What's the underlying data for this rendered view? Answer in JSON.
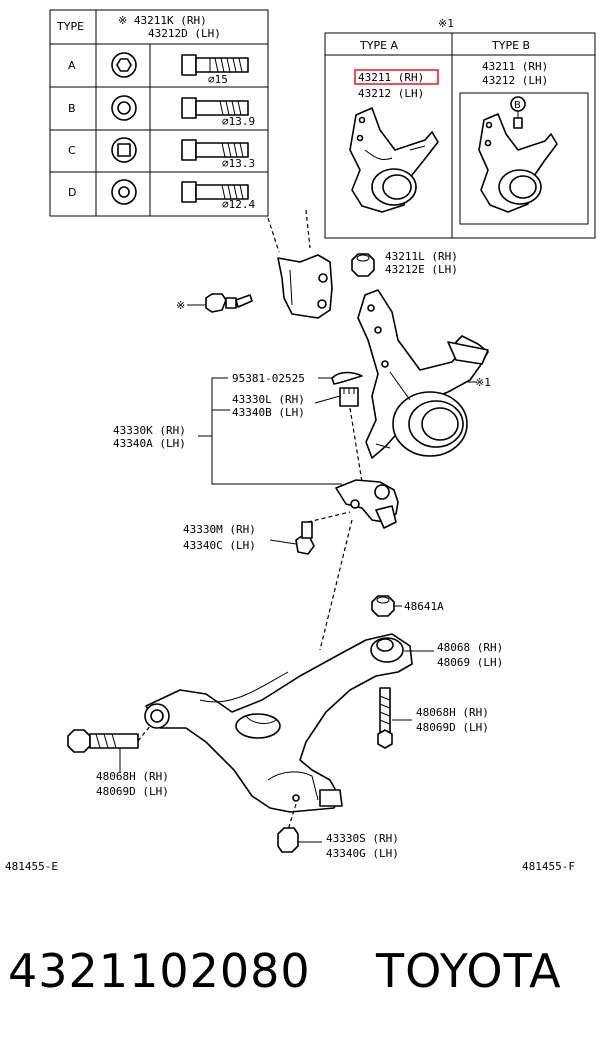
{
  "bolt_table": {
    "header_type": "TYPE",
    "header_part_rh": "※ 43211K (RH)",
    "header_part_lh": "43212D (LH)",
    "rows": [
      {
        "type": "A",
        "dim": "⌀15"
      },
      {
        "type": "B",
        "dim": "⌀13.9"
      },
      {
        "type": "C",
        "dim": "⌀13.3"
      },
      {
        "type": "D",
        "dim": "⌀12.4"
      }
    ]
  },
  "knuckle_box": {
    "ref_mark": "※1",
    "type_a_header": "TYPE  A",
    "type_b_header": "TYPE  B",
    "type_a_rh": "43211 (RH)",
    "type_a_lh": "43212 (LH)",
    "type_b_rh": "43211 (RH)",
    "type_b_lh": "43212 (LH)",
    "type_b_marker": "B"
  },
  "callouts": {
    "nut_top_rh": "43211L (RH)",
    "nut_top_lh": "43212E (LH)",
    "bolt_mark": "※",
    "knuckle_ref": "※1",
    "cotter_pin": "95381-02525",
    "castle_nut_rh": "43330L (RH)",
    "castle_nut_lh": "43340B (LH)",
    "ball_joint_rh": "43330K (RH)",
    "ball_joint_lh": "43340A (LH)",
    "bj_bolt_rh": "43330M (RH)",
    "bj_bolt_lh": "43340C (LH)",
    "nut_48641": "48641A",
    "bushing_rh": "48068 (RH)",
    "bushing_lh": "48069 (LH)",
    "rear_bolt_rh": "48068H (RH)",
    "rear_bolt_lh": "48069D (LH)",
    "front_bolt_rh": "48068H (RH)",
    "front_bolt_lh": "48069D (LH)",
    "nut_bottom_rh": "43330S (RH)",
    "nut_bottom_lh": "43340G (LH)",
    "ref_left": "481455-E",
    "ref_right": "481455-F"
  },
  "footer": {
    "part_number": "4321102080",
    "brand": "TOYOTA"
  }
}
